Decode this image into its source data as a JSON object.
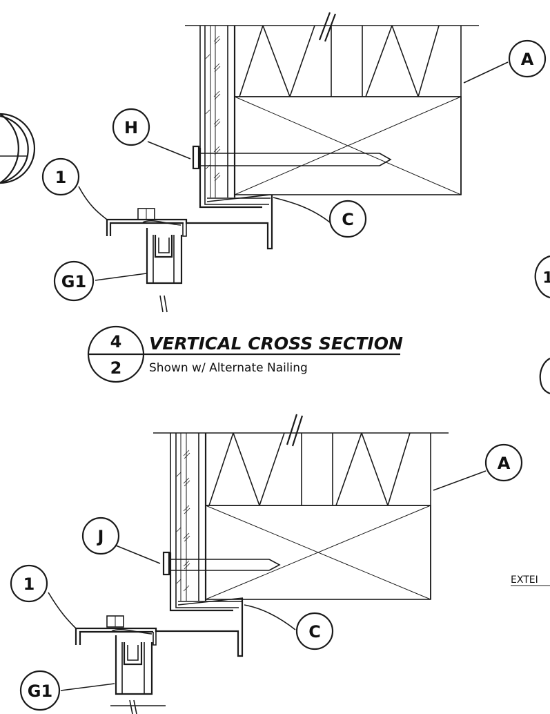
{
  "callouts": {
    "top_a": "A",
    "top_h": "H",
    "top_1": "1",
    "top_c": "C",
    "top_g1": "G1",
    "bottom_a": "A",
    "bottom_j": "J",
    "bottom_1": "1",
    "bottom_c": "C",
    "bottom_g1": "G1",
    "right_edge_1": "1"
  },
  "section_marker": {
    "detail_number": "4",
    "sheet_number": "2",
    "title": "VERTICAL CROSS SECTION",
    "subtitle": "Shown w/ Alternate Nailing"
  },
  "edge_text": "EXTEI"
}
